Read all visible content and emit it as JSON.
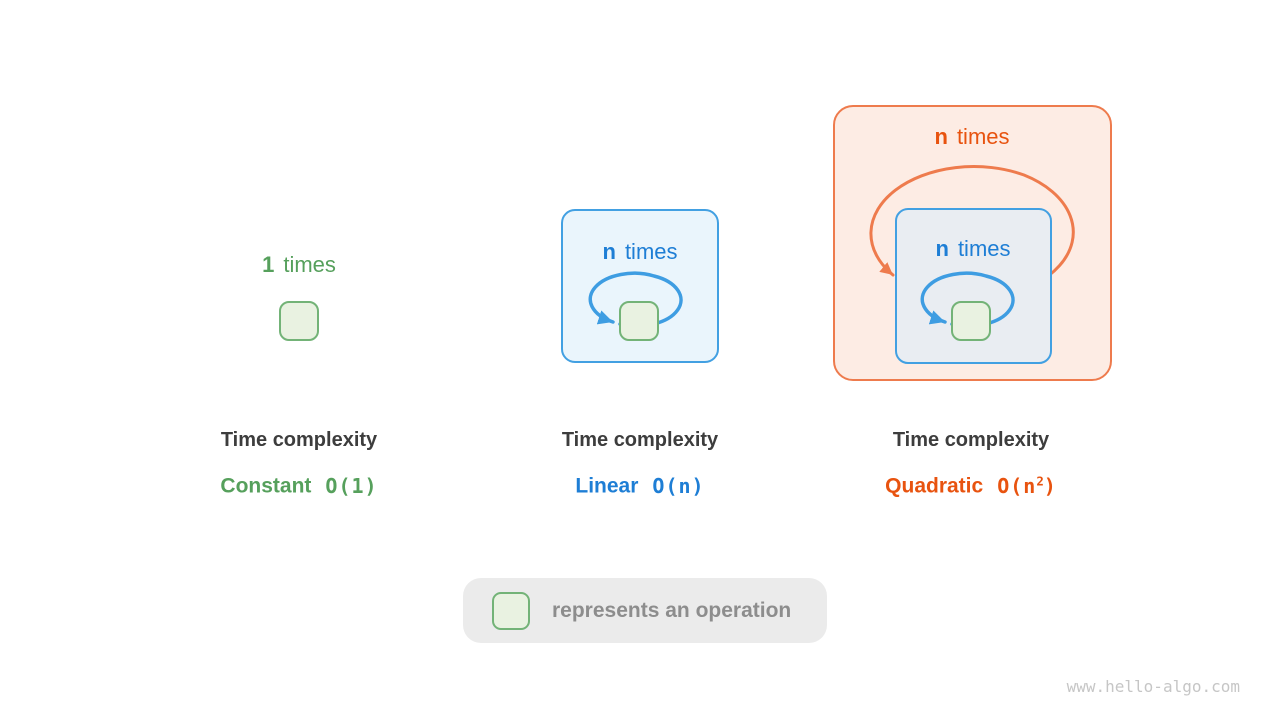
{
  "panels": {
    "constant": {
      "loop_count": "1",
      "loop_word": "times",
      "title": "Time complexity",
      "name": "Constant",
      "notation_prefix": "O(1)",
      "notation_sup": "",
      "notation_suffix": ""
    },
    "linear": {
      "loop_count": "n",
      "loop_word": "times",
      "title": "Time complexity",
      "name": "Linear",
      "notation_prefix": "O(n)",
      "notation_sup": "",
      "notation_suffix": ""
    },
    "quadratic": {
      "outer_loop_count": "n",
      "outer_loop_word": "times",
      "inner_loop_count": "n",
      "inner_loop_word": "times",
      "title": "Time complexity",
      "name": "Quadratic",
      "notation_prefix": "O(n",
      "notation_sup": "2",
      "notation_suffix": ")"
    }
  },
  "legend": {
    "label": "represents an operation"
  },
  "watermark": "www.hello-algo.com",
  "colors": {
    "green_text": "#56a05c",
    "green_box_border": "#73b377",
    "green_box_fill": "#e9f2e1",
    "blue_text": "#1e7ed5",
    "blue_panel_border": "#42a0e2",
    "blue_panel_fill": "#eaf5fc",
    "blue_panel_fill_nested": "#e9edf2",
    "blue_arrow": "#3e9de2",
    "orange_text": "#e8530f",
    "orange_panel_border": "#ee7b4d",
    "orange_panel_fill": "#fdece4",
    "orange_arrow": "#ee7b4d",
    "dark_text": "#3d3d3d",
    "legend_bg": "#ebebeb",
    "legend_text": "#8d8d8d",
    "watermark_text": "#c6c6c6"
  }
}
